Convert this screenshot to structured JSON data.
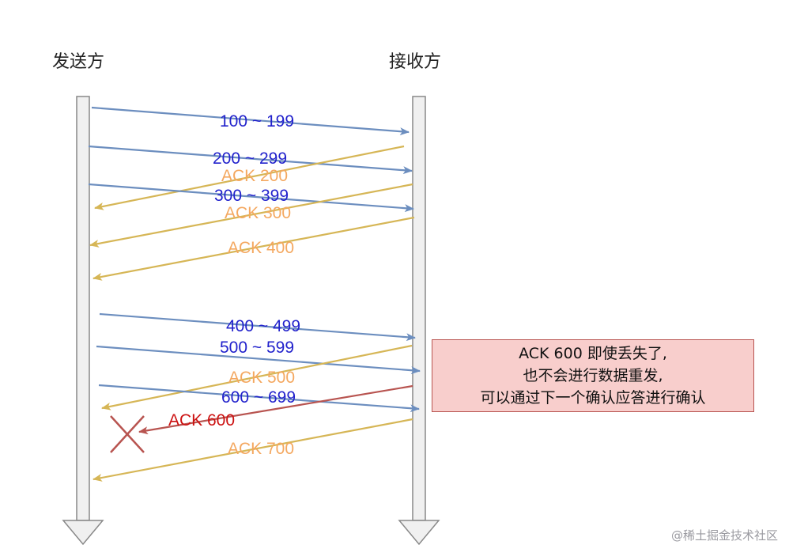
{
  "participants": {
    "sender": "发送方",
    "receiver": "接收方"
  },
  "messages": [
    {
      "label": "100 ~ 199",
      "kind": "data"
    },
    {
      "label": "200 ~ 299",
      "kind": "data"
    },
    {
      "label": "ACK 200",
      "kind": "ack"
    },
    {
      "label": "300 ~ 399",
      "kind": "data"
    },
    {
      "label": "ACK 300",
      "kind": "ack"
    },
    {
      "label": "ACK 400",
      "kind": "ack"
    },
    {
      "label": "400 ~ 499",
      "kind": "data"
    },
    {
      "label": "500 ~ 599",
      "kind": "data"
    },
    {
      "label": "ACK 500",
      "kind": "ack"
    },
    {
      "label": "600 ~ 699",
      "kind": "data"
    },
    {
      "label": "ACK 600",
      "kind": "lost-ack"
    },
    {
      "label": "ACK 700",
      "kind": "ack"
    }
  ],
  "note": {
    "lines": [
      "ACK 600 即使丢失了,",
      "也不会进行数据重发,",
      "可以通过下一个确认应答进行确认"
    ]
  },
  "watermark": "@稀土掘金技术社区",
  "colors": {
    "data": "#6c8ebf",
    "data_text": "#2222cc",
    "ack": "#d6b656",
    "ack_text": "#f4a860",
    "lost": "#b85450",
    "lost_text": "#cc1111",
    "note_fill": "#f8cecc",
    "note_border": "#b85450",
    "lifeline_fill": "#f0f0f0",
    "lifeline_stroke": "#888888"
  }
}
